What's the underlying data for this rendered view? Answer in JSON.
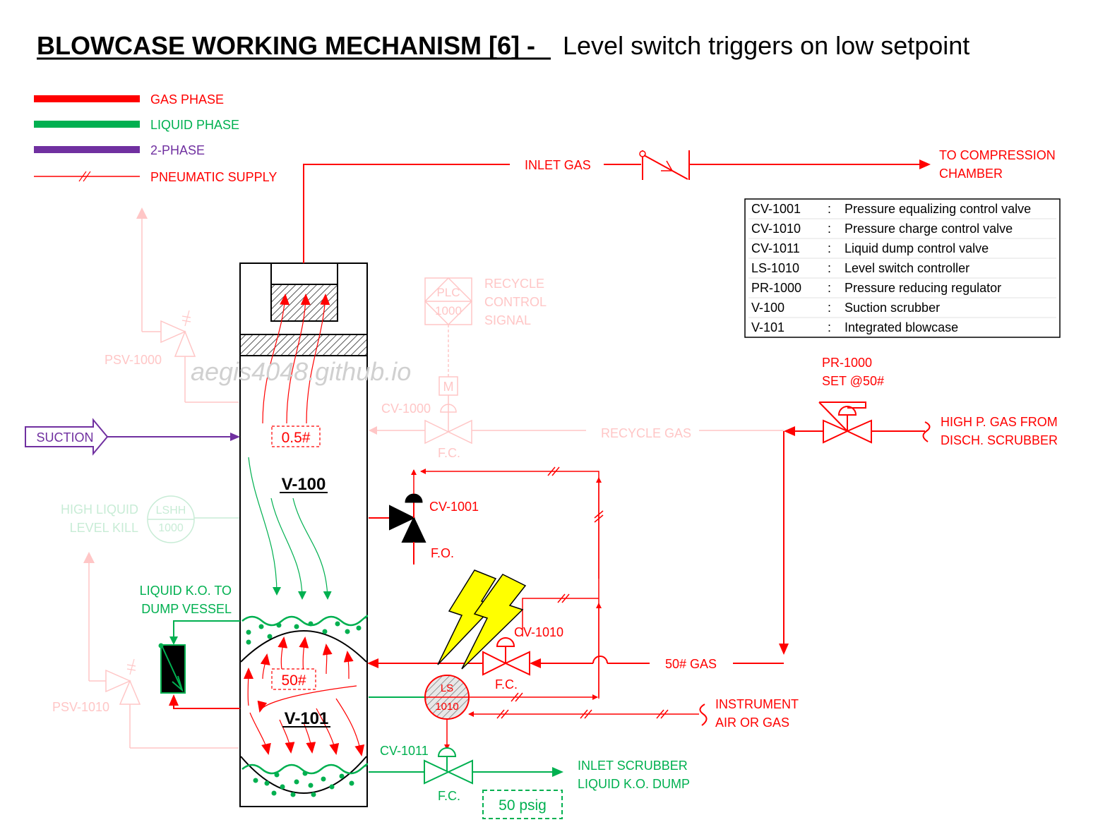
{
  "title": {
    "main": "BLOWCASE WORKING MECHANISM [6] -",
    "sub": "Level switch triggers on low setpoint"
  },
  "legend": {
    "items": [
      {
        "label": "GAS PHASE",
        "color": "#ff0000"
      },
      {
        "label": "LIQUID PHASE",
        "color": "#00b050"
      },
      {
        "label": "2-PHASE",
        "color": "#7030a0"
      },
      {
        "label": "PNEUMATIC SUPPLY",
        "color": "#ff0000"
      }
    ]
  },
  "watermark": "aegis4048.github.io",
  "labels": {
    "inlet_gas": "INLET GAS",
    "to_compression_1": "TO COMPRESSION",
    "to_compression_2": "CHAMBER",
    "suction": "SUCTION",
    "v100": "V-100",
    "v101": "V-101",
    "p_top": "0.5#",
    "p_bottom": "50#",
    "recycle_ctrl_1": "RECYCLE",
    "recycle_ctrl_2": "CONTROL",
    "recycle_ctrl_3": "SIGNAL",
    "plc_1": "PLC",
    "plc_2": "1000",
    "m": "M",
    "cv1000": "CV-1000",
    "cv1000_fc": "F.C.",
    "recycle_gas": "RECYCLE GAS",
    "psv1000": "PSV-1000",
    "psv1010": "PSV-1010",
    "high_liquid_1": "HIGH LIQUID",
    "high_liquid_2": "LEVEL KILL",
    "lshh_1": "LSHH",
    "lshh_2": "1000",
    "liquid_ko_1": "LIQUID K.O. TO",
    "liquid_ko_2": "DUMP VESSEL",
    "cv1001": "CV-1001",
    "cv1001_fo": "F.O.",
    "cv1010": "CV-1010",
    "cv1010_fc": "F.C.",
    "gas50": "50# GAS",
    "ls_1": "LS",
    "ls_2": "1010",
    "instrument_1": "INSTRUMENT",
    "instrument_2": "AIR OR GAS",
    "cv1011": "CV-1011",
    "cv1011_fc": "F.C.",
    "inlet_scrubber_1": "INLET SCRUBBER",
    "inlet_scrubber_2": "LIQUID K.O. DUMP",
    "psig50": "50 psig",
    "pr1000_1": "PR-1000",
    "pr1000_2": "SET @50#",
    "high_p_1": "HIGH P. GAS FROM",
    "high_p_2": "DISCH. SCRUBBER"
  },
  "table": [
    {
      "tag": "CV-1001",
      "sep": ":",
      "desc": "Pressure equalizing control valve"
    },
    {
      "tag": "CV-1010",
      "sep": ":",
      "desc": "Pressure charge control valve"
    },
    {
      "tag": "CV-1011",
      "sep": ":",
      "desc": "Liquid dump control valve"
    },
    {
      "tag": "LS-1010",
      "sep": ":",
      "desc": "Level switch controller"
    },
    {
      "tag": "PR-1000",
      "sep": ":",
      "desc": "Pressure reducing regulator"
    },
    {
      "tag": "V-100",
      "sep": ":",
      "desc": "Suction scrubber"
    },
    {
      "tag": "V-101",
      "sep": ":",
      "desc": "Integrated blowcase"
    }
  ]
}
